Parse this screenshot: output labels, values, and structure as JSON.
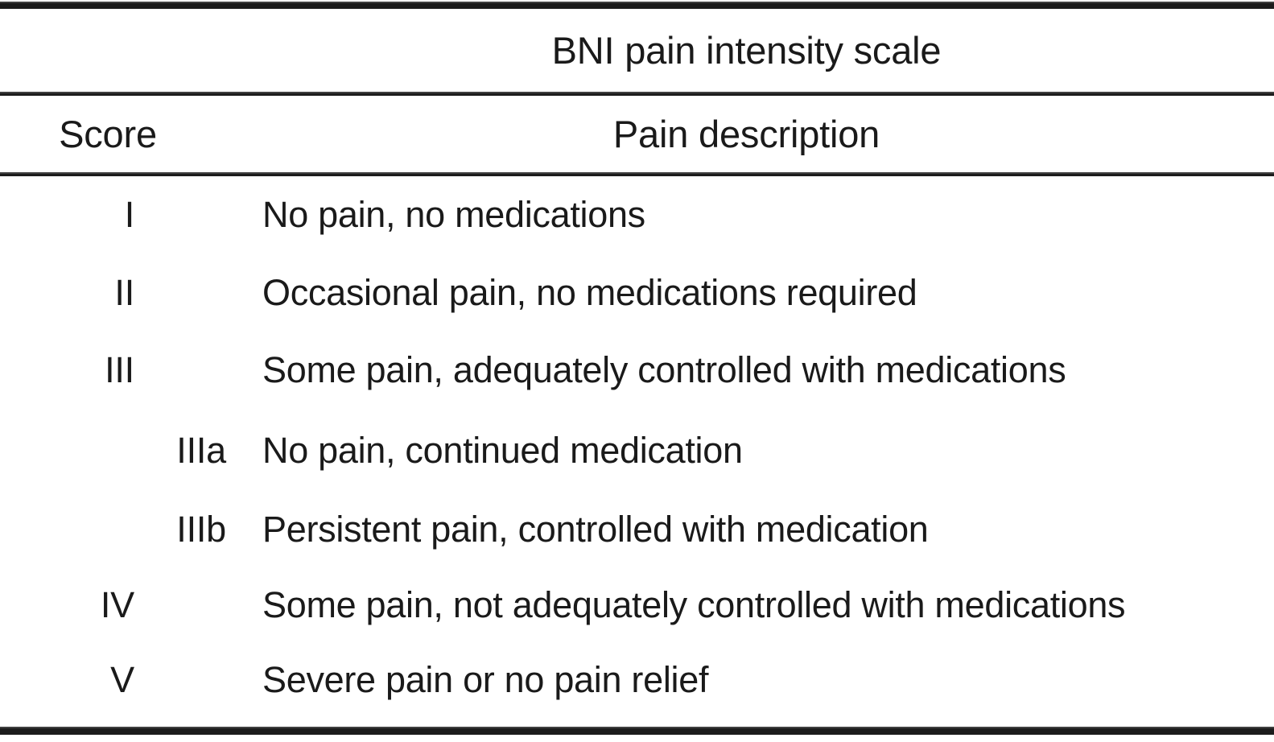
{
  "table": {
    "title": "BNI pain intensity scale",
    "columns": {
      "score": "Score",
      "description": "Pain description"
    },
    "rows": [
      {
        "score": "I",
        "description": "No pain, no medications",
        "indented": false
      },
      {
        "score": "II",
        "description": "Occasional pain, no medications required",
        "indented": false
      },
      {
        "score": "III",
        "description": "Some pain, adequately controlled with medications",
        "indented": false
      },
      {
        "score": "IIIa",
        "description": "No pain, continued medication",
        "indented": true
      },
      {
        "score": "IIIb",
        "description": "Persistent pain, controlled with medication",
        "indented": true
      },
      {
        "score": "IV",
        "description": "Some pain, not adequately controlled with medications",
        "indented": false
      },
      {
        "score": "V",
        "description": "Severe pain or no pain relief",
        "indented": false
      }
    ]
  },
  "style": {
    "rule_color": "#1c1c1c",
    "text_color": "#1a1a1a",
    "background": "#ffffff"
  }
}
